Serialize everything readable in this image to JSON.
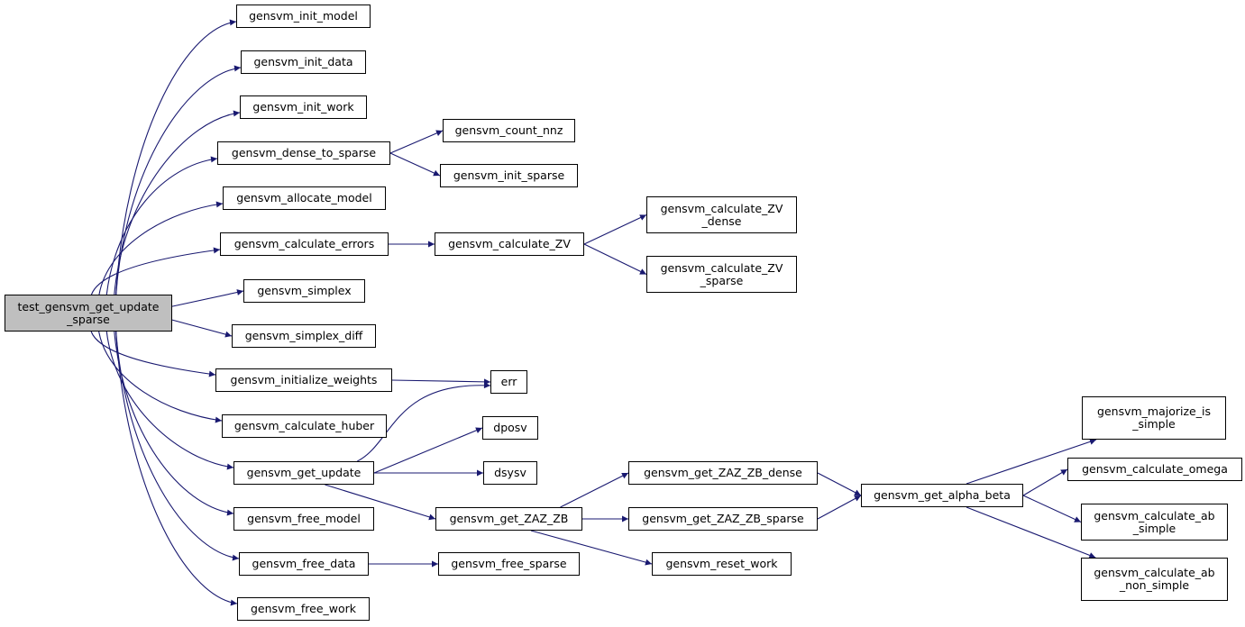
{
  "colors": {
    "edge": "#191970",
    "root_fill": "#bfbfbf",
    "node_fill": "#ffffff",
    "border": "#000000"
  },
  "nodes": [
    {
      "id": "root",
      "label": "test_gensvm_get_update\n_sparse",
      "root": true
    },
    {
      "id": "init_model",
      "label": "gensvm_init_model"
    },
    {
      "id": "init_data",
      "label": "gensvm_init_data"
    },
    {
      "id": "init_work",
      "label": "gensvm_init_work"
    },
    {
      "id": "dense_to_sparse",
      "label": "gensvm_dense_to_sparse"
    },
    {
      "id": "count_nnz",
      "label": "gensvm_count_nnz"
    },
    {
      "id": "init_sparse",
      "label": "gensvm_init_sparse"
    },
    {
      "id": "allocate_model",
      "label": "gensvm_allocate_model"
    },
    {
      "id": "calculate_errors",
      "label": "gensvm_calculate_errors"
    },
    {
      "id": "calculate_ZV",
      "label": "gensvm_calculate_ZV"
    },
    {
      "id": "calculate_ZV_dense",
      "label": "gensvm_calculate_ZV\n_dense"
    },
    {
      "id": "calculate_ZV_sparse",
      "label": "gensvm_calculate_ZV\n_sparse"
    },
    {
      "id": "simplex",
      "label": "gensvm_simplex"
    },
    {
      "id": "simplex_diff",
      "label": "gensvm_simplex_diff"
    },
    {
      "id": "initialize_weights",
      "label": "gensvm_initialize_weights"
    },
    {
      "id": "err",
      "label": "err"
    },
    {
      "id": "calculate_huber",
      "label": "gensvm_calculate_huber"
    },
    {
      "id": "dposv",
      "label": "dposv"
    },
    {
      "id": "get_update",
      "label": "gensvm_get_update"
    },
    {
      "id": "dsysv",
      "label": "dsysv"
    },
    {
      "id": "get_ZAZ_ZB_dense",
      "label": "gensvm_get_ZAZ_ZB_dense"
    },
    {
      "id": "get_ZAZ_ZB",
      "label": "gensvm_get_ZAZ_ZB"
    },
    {
      "id": "get_ZAZ_ZB_sparse",
      "label": "gensvm_get_ZAZ_ZB_sparse"
    },
    {
      "id": "get_alpha_beta",
      "label": "gensvm_get_alpha_beta"
    },
    {
      "id": "majorize_is_simple",
      "label": "gensvm_majorize_is\n_simple"
    },
    {
      "id": "calculate_omega",
      "label": "gensvm_calculate_omega"
    },
    {
      "id": "calculate_ab_simple",
      "label": "gensvm_calculate_ab\n_simple"
    },
    {
      "id": "calculate_ab_non_simple",
      "label": "gensvm_calculate_ab\n_non_simple"
    },
    {
      "id": "free_model",
      "label": "gensvm_free_model"
    },
    {
      "id": "free_data",
      "label": "gensvm_free_data"
    },
    {
      "id": "free_sparse",
      "label": "gensvm_free_sparse"
    },
    {
      "id": "reset_work",
      "label": "gensvm_reset_work"
    },
    {
      "id": "free_work",
      "label": "gensvm_free_work"
    }
  ],
  "edges": [
    {
      "from": "root",
      "to": "init_model"
    },
    {
      "from": "root",
      "to": "init_data"
    },
    {
      "from": "root",
      "to": "init_work"
    },
    {
      "from": "root",
      "to": "dense_to_sparse"
    },
    {
      "from": "root",
      "to": "allocate_model"
    },
    {
      "from": "root",
      "to": "calculate_errors"
    },
    {
      "from": "root",
      "to": "simplex"
    },
    {
      "from": "root",
      "to": "simplex_diff"
    },
    {
      "from": "root",
      "to": "initialize_weights"
    },
    {
      "from": "root",
      "to": "calculate_huber"
    },
    {
      "from": "root",
      "to": "get_update"
    },
    {
      "from": "root",
      "to": "free_model"
    },
    {
      "from": "root",
      "to": "free_data"
    },
    {
      "from": "root",
      "to": "free_work"
    },
    {
      "from": "dense_to_sparse",
      "to": "count_nnz"
    },
    {
      "from": "dense_to_sparse",
      "to": "init_sparse"
    },
    {
      "from": "calculate_errors",
      "to": "calculate_ZV"
    },
    {
      "from": "calculate_ZV",
      "to": "calculate_ZV_dense"
    },
    {
      "from": "calculate_ZV",
      "to": "calculate_ZV_sparse"
    },
    {
      "from": "initialize_weights",
      "to": "err"
    },
    {
      "from": "get_update",
      "to": "err"
    },
    {
      "from": "get_update",
      "to": "dposv"
    },
    {
      "from": "get_update",
      "to": "dsysv"
    },
    {
      "from": "get_update",
      "to": "get_ZAZ_ZB"
    },
    {
      "from": "get_ZAZ_ZB",
      "to": "get_ZAZ_ZB_dense"
    },
    {
      "from": "get_ZAZ_ZB",
      "to": "get_ZAZ_ZB_sparse"
    },
    {
      "from": "get_ZAZ_ZB",
      "to": "reset_work"
    },
    {
      "from": "get_ZAZ_ZB_dense",
      "to": "get_alpha_beta"
    },
    {
      "from": "get_ZAZ_ZB_sparse",
      "to": "get_alpha_beta"
    },
    {
      "from": "get_alpha_beta",
      "to": "majorize_is_simple"
    },
    {
      "from": "get_alpha_beta",
      "to": "calculate_omega"
    },
    {
      "from": "get_alpha_beta",
      "to": "calculate_ab_simple"
    },
    {
      "from": "get_alpha_beta",
      "to": "calculate_ab_non_simple"
    },
    {
      "from": "free_data",
      "to": "free_sparse"
    }
  ]
}
